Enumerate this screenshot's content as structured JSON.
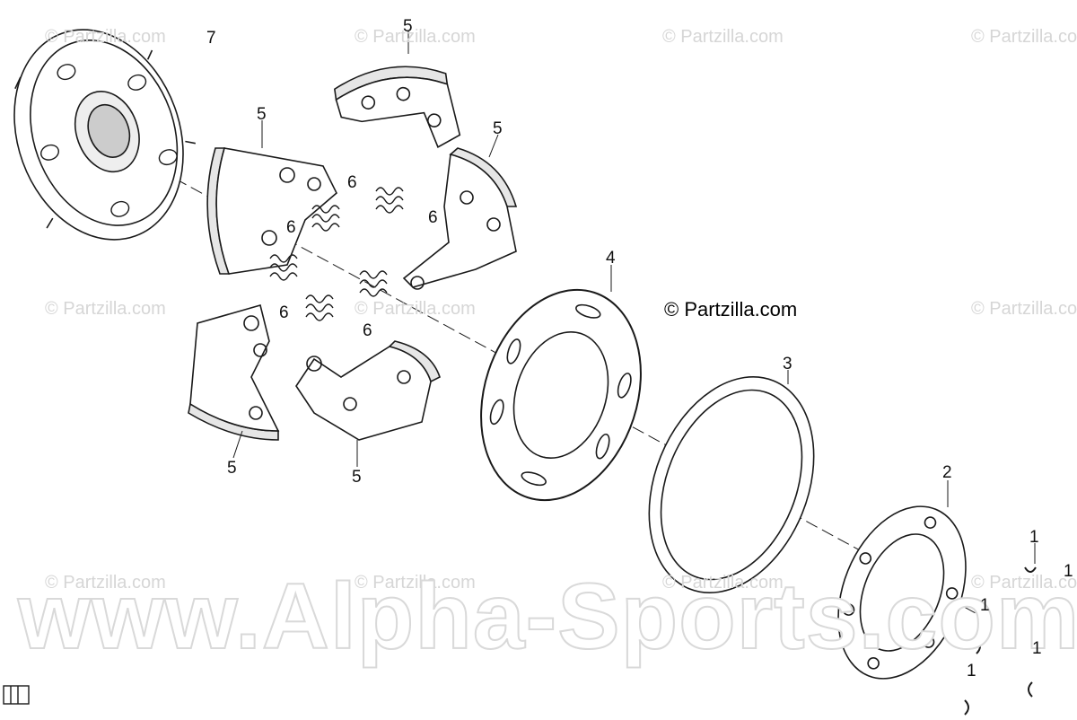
{
  "watermark": {
    "small": "© Partzilla.com",
    "credit": "© Partzilla.com",
    "large": "www.Alpha-Sports.com"
  },
  "callouts": [
    "7",
    "5",
    "5",
    "5",
    "6",
    "6",
    "6",
    "6",
    "6",
    "5",
    "5",
    "4",
    "3",
    "2",
    "1",
    "1",
    "1",
    "1",
    "1"
  ],
  "colors": {
    "line": "#1a1a1a",
    "fill": "#ffffff",
    "shade": "#e6e6e6"
  }
}
